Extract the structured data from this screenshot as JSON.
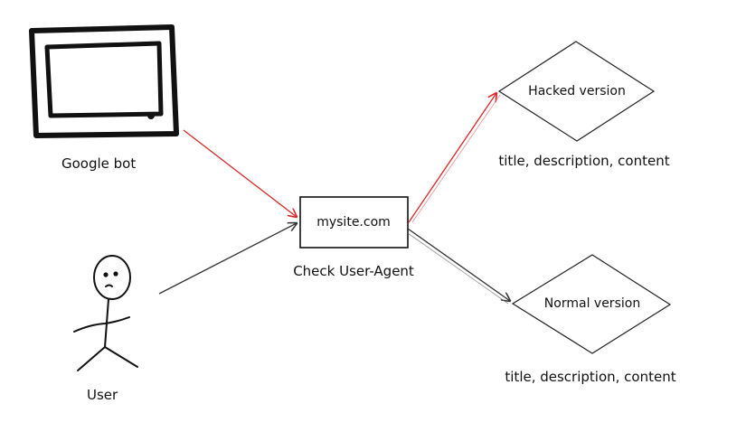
{
  "nodes": {
    "google_bot": {
      "label": "Google bot"
    },
    "user": {
      "label": "User"
    },
    "site": {
      "label": "mysite.com",
      "caption": "Check User-Agent"
    },
    "hacked": {
      "label": "Hacked version",
      "caption": "title, description, content"
    },
    "normal": {
      "label": "Normal version",
      "caption": "title, description, content"
    }
  },
  "edges": [
    {
      "from": "Google bot",
      "to": "mysite.com",
      "color": "#d62828"
    },
    {
      "from": "User",
      "to": "mysite.com",
      "color": "#333333"
    },
    {
      "from": "mysite.com",
      "to": "Hacked version",
      "color": "#d62828"
    },
    {
      "from": "mysite.com",
      "to": "Normal version",
      "color": "#333333"
    }
  ],
  "colors": {
    "stroke": "#111111",
    "edge_red": "#d62828",
    "edge_dark": "#333333"
  }
}
